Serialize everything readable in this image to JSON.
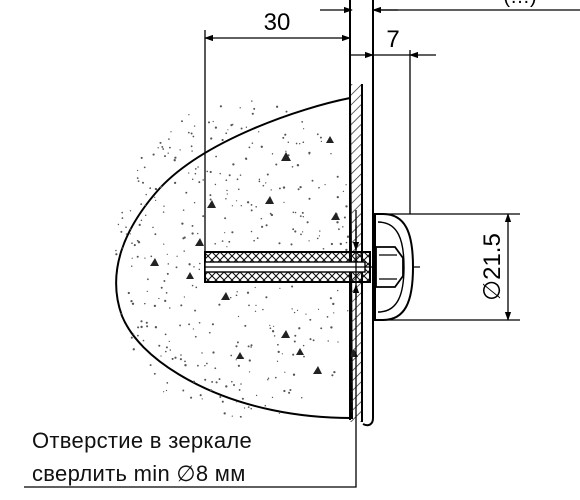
{
  "dimensions": {
    "depth": "30",
    "offset": "7",
    "diameter": "∅21.5",
    "top_partial": "(…)"
  },
  "caption": {
    "line1": "Отверстие в зеркале",
    "line2": "сверлить min ∅8 мм"
  }
}
